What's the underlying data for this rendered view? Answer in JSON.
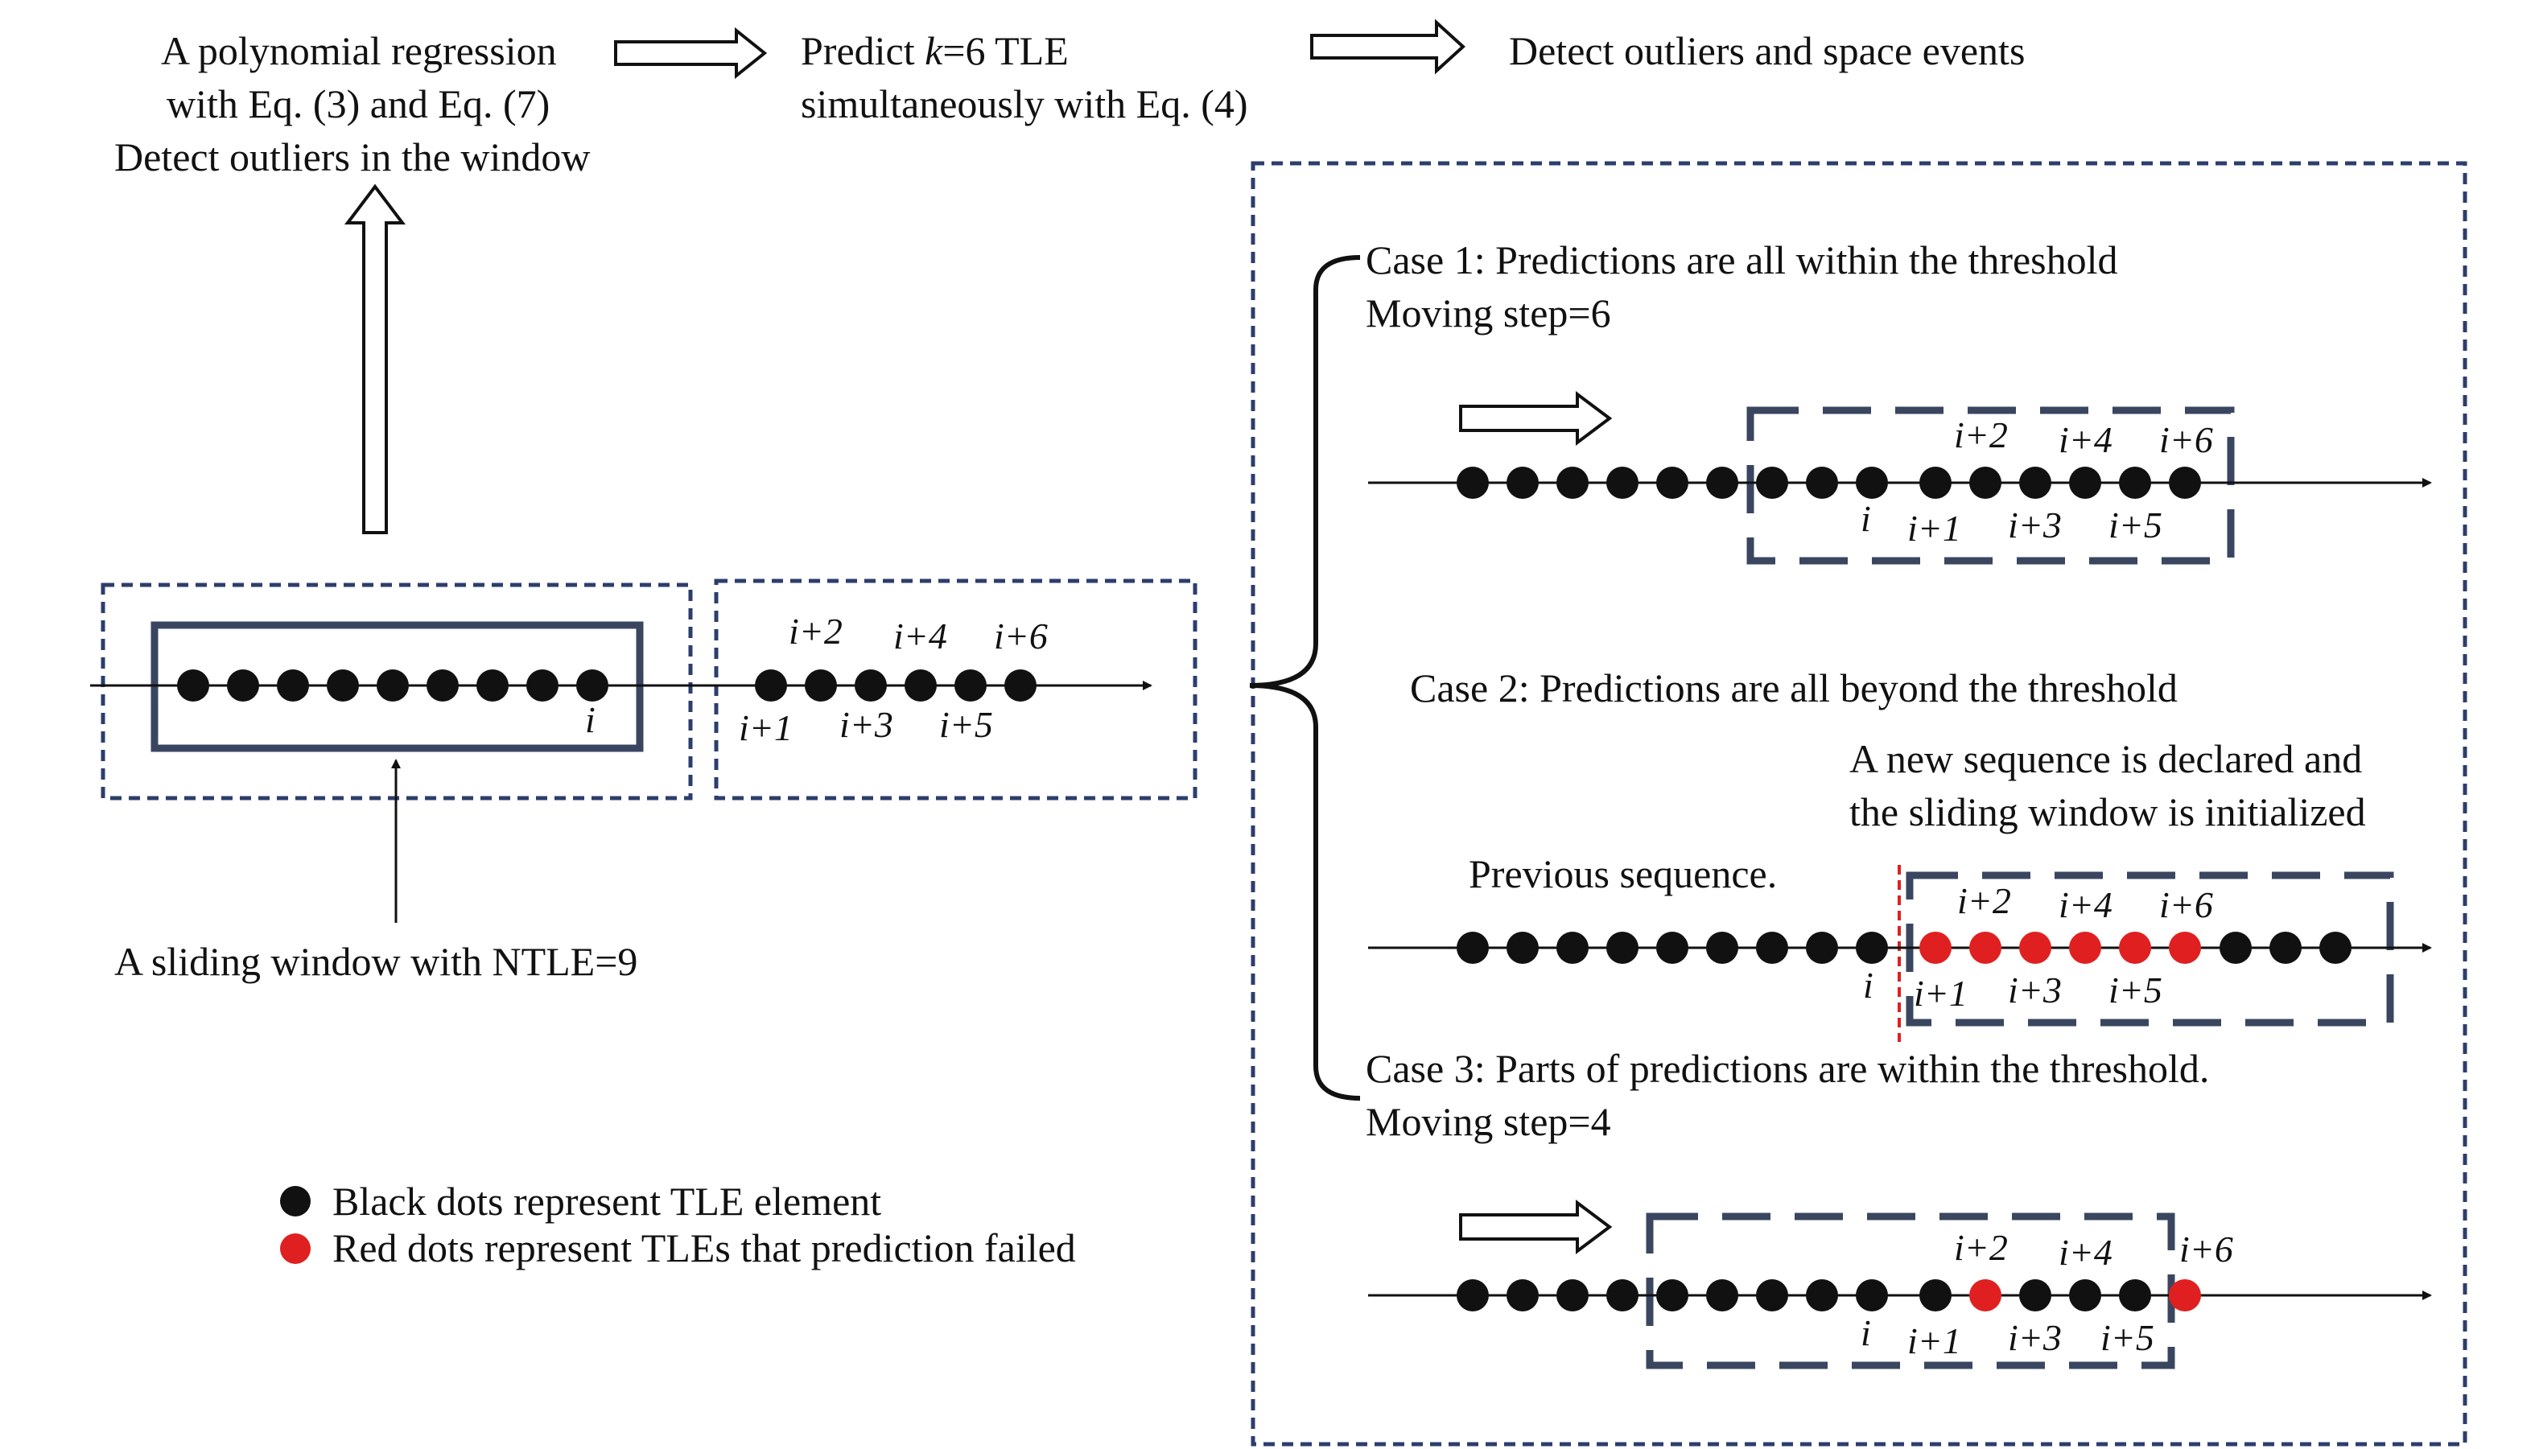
{
  "top": {
    "step1_line1": "A polynomial regression",
    "step1_line2": "with Eq. (3) and Eq. (7)",
    "step1_line3": "Detect outliers in the window",
    "step2_pre": "Predict ",
    "step2_k": "k",
    "step2_post": "=6 TLE",
    "step2_line2": "simultaneously with Eq. (4)",
    "step3": "Detect outliers and space events"
  },
  "left": {
    "window_caption": "A sliding window with NTLE=9",
    "i_label": "i",
    "pred_labels_top": [
      "i+2",
      "i+4",
      "i+6"
    ],
    "pred_labels_bottom": [
      "i+1",
      "i+3",
      "i+5"
    ]
  },
  "legend": {
    "black": "Black dots represent TLE element",
    "red": "Red dots represent TLEs that prediction failed",
    "black_color": "#111111",
    "red_color": "#e02020"
  },
  "case1": {
    "title": "Case 1: Predictions are all within the threshold",
    "step": "Moving step=6",
    "i_label": "i",
    "labels_top": [
      "i+2",
      "i+4",
      "i+6"
    ],
    "labels_bottom": [
      "i+1",
      "i+3",
      "i+5"
    ]
  },
  "case2": {
    "title": "Case 2: Predictions are all beyond the threshold",
    "note_line1": "A new sequence is declared and",
    "note_line2": "the sliding window is initialized",
    "previous": "Previous sequence.",
    "i_label": "i",
    "labels_top": [
      "i+2",
      "i+4",
      "i+6"
    ],
    "labels_bottom": [
      "i+1",
      "i+3",
      "i+5"
    ]
  },
  "case3": {
    "title": "Case 3: Parts of predictions are within the threshold.",
    "step": "Moving step=4",
    "i_label": "i",
    "labels_top": [
      "i+2",
      "i+4",
      "i+6"
    ],
    "labels_bottom": [
      "i+1",
      "i+3",
      "i+5"
    ]
  },
  "colors": {
    "dash_blue": "#2c3e6b",
    "box_navy": "#3a4660",
    "red_line": "#e02020"
  }
}
